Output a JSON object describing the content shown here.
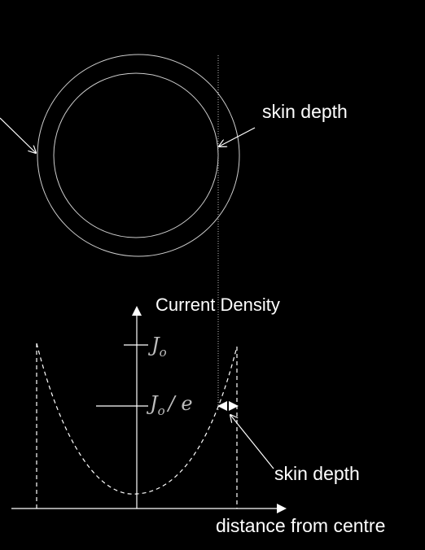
{
  "top_diagram": {
    "skin_depth_label": "skin depth"
  },
  "current_plot": {
    "y_axis_label": "Current Density",
    "x_axis_label": "distance from centre",
    "j0_symbol": "J",
    "j0_subscript": "o",
    "j0_over_e_main": "J",
    "j0_over_e_subscript": "o",
    "j0_over_e_suffix": "/ e",
    "skin_depth_label": "skin depth"
  },
  "colors": {
    "background": "#000000",
    "lines": "#ffffff",
    "math_text": "#bdbdbd"
  }
}
